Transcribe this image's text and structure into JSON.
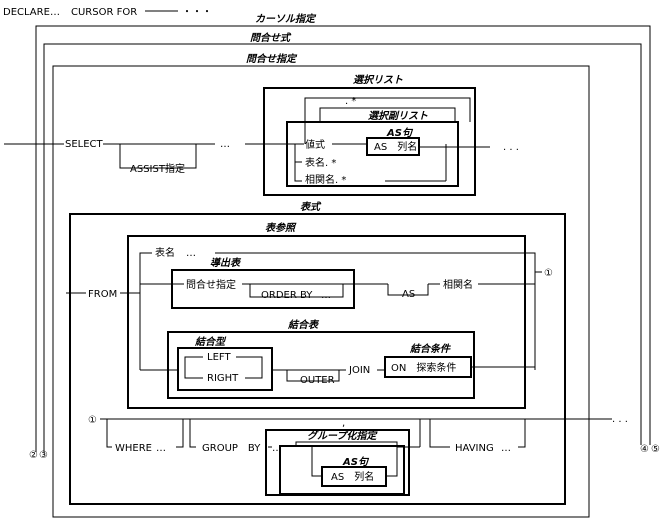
{
  "labels": {
    "declare": "DECLARE",
    "cursor_for": "CURSOR FOR",
    "cursor_spec": "カーソル指定",
    "query_expr": "問合せ式",
    "query_spec": "問合せ指定",
    "select_list": "選択リスト",
    "select": "SELECT",
    "assist": "ASSIST指定",
    "star": "*",
    "sub_list": "選択副リスト",
    "expr": "値式",
    "as_clause": "AS句",
    "as_col": "AS　列名",
    "table_star": "表名. *",
    "corr_star": "相関名. *",
    "table_expr": "表式",
    "table_ref": "表参照",
    "table_name": "表名",
    "derived_table": "導出表",
    "from": "FROM",
    "query_spec2": "問合せ指定",
    "order_by": "ORDER BY",
    "as": "AS",
    "corr_name": "相関名",
    "joined_table": "結合表",
    "join_type": "結合型",
    "left": "LEFT",
    "right": "RIGHT",
    "outer": "OUTER",
    "join": "JOIN",
    "join_cond": "結合条件",
    "on_search": "ON　探索条件",
    "where": "WHERE",
    "group_by": "GROUP　BY",
    "group_spec": "グループ化指定",
    "as_clause2": "AS句",
    "as_col2": "AS　列名",
    "having": "HAVING",
    "comma": ",",
    "dot_comma": ". *"
  },
  "markers": {
    "m1": "①",
    "m2": "②",
    "m3": "③",
    "m4": "④",
    "m5": "⑤"
  },
  "ellipsis": {
    "short": "…",
    "dots": "・・・",
    "dots_spaced": ". . ."
  }
}
